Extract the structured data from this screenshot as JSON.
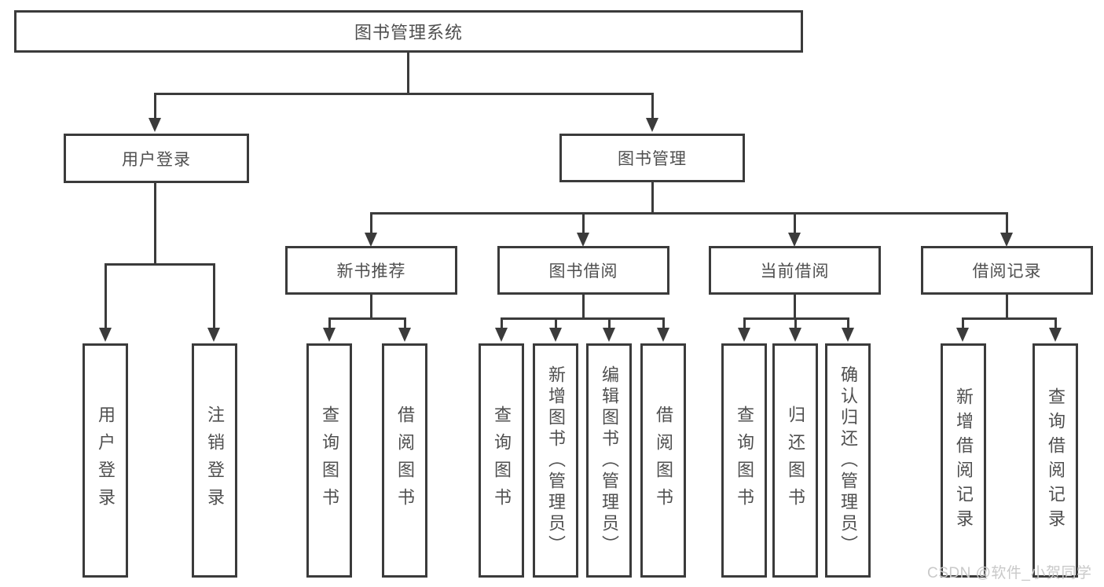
{
  "tree": {
    "root": "图书管理系统",
    "level2": [
      "用户登录",
      "图书管理"
    ],
    "level3": [
      "新书推荐",
      "图书借阅",
      "当前借阅",
      "借阅记录"
    ],
    "leaves": {
      "user_login": [
        "用户登录",
        "注销登录"
      ],
      "new_books": [
        "查询图书",
        "借阅图书"
      ],
      "book_borrow": [
        "查询图书",
        "新增图书（管理员）",
        "编辑图书（管理员）",
        "借阅图书"
      ],
      "current_borrow": [
        "查询图书",
        "归还图书",
        "确认归还（管理员）"
      ],
      "borrow_records": [
        "新增借阅记录",
        "查询借阅记录"
      ]
    }
  },
  "watermark": "CSDN @软件_小贺同学",
  "colors": {
    "line": "#3b3b3b",
    "text": "#4f4f4f",
    "background": "#ffffff",
    "watermark_text": "#c9c9c9"
  }
}
